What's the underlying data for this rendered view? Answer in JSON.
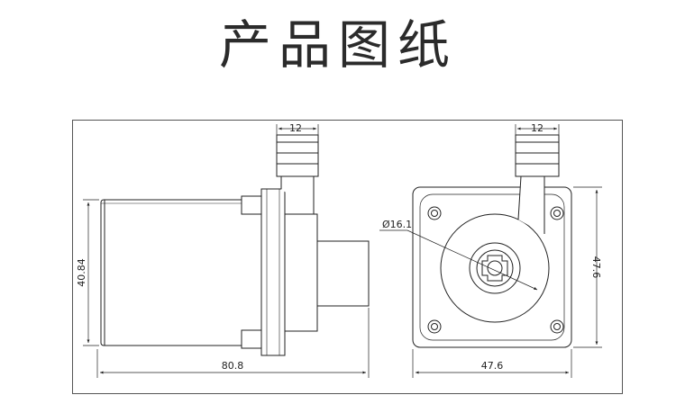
{
  "title": "产品图纸",
  "side_view": {
    "outlet_width_label": "12",
    "height_label": "40.84",
    "length_label": "80.8"
  },
  "front_view": {
    "outlet_width_label": "12",
    "diameter_label": "Ø16.1",
    "height_label": "47.6",
    "width_label": "47.6"
  },
  "colors": {
    "line": "#222222",
    "frame": "#555555",
    "title": "#2b2b2b"
  }
}
